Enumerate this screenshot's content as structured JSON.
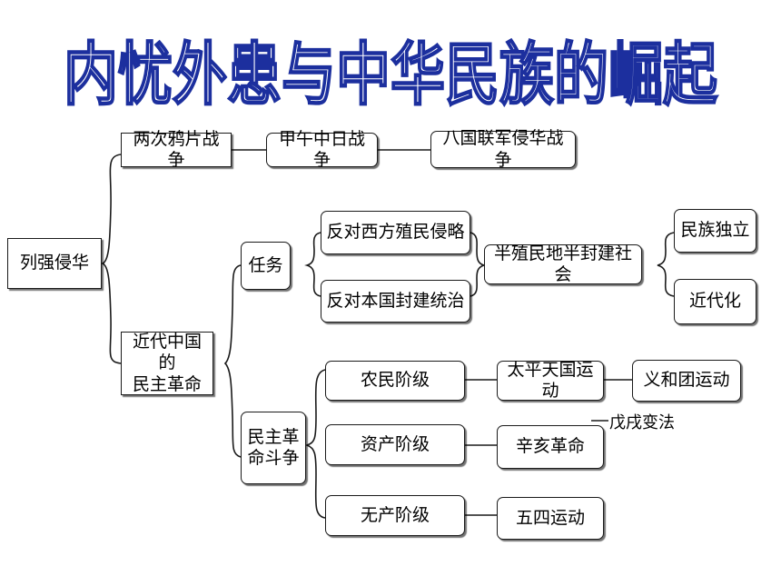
{
  "title": "内忧外患与中华民族的崛起",
  "nodes": {
    "lieqiang": "列强侵华",
    "liangci": "两次鸦片战争",
    "jiawu": "甲午中日战争",
    "baguo": "八国联军侵华战争",
    "jindai": "近代中国的\n民主革命",
    "renwu": "任务",
    "fandui_xifang": "反对西方殖民侵略",
    "fandui_fengjian": "反对本国封建统治",
    "banzhimin": "半殖民地半封建社会",
    "minzu_duli": "民族独立",
    "jindaihua": "近代化",
    "douzheng": "民主革\n命斗争",
    "nongmin": "农民阶级",
    "zichan": "资产阶级",
    "wuchan": "无产阶级",
    "taiping": "太平天国运动",
    "yihetuan": "义和团运动",
    "xinhai": "辛亥革命",
    "wusi": "五四运动",
    "wuxu": "戊戌变法"
  },
  "colors": {
    "title_outline": "#1c2f9e",
    "line": "#1a1a1a"
  }
}
